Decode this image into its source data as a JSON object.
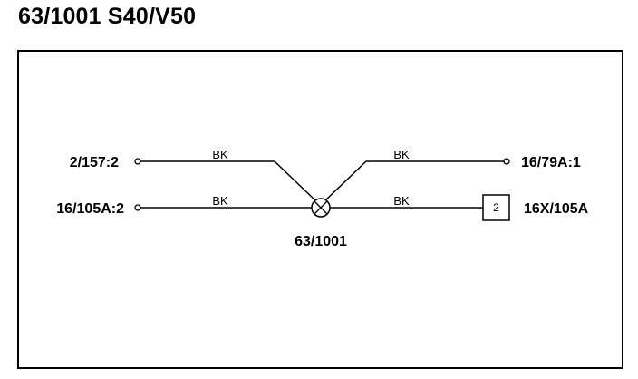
{
  "title": "63/1001 S40/V50",
  "connectors": {
    "left_top": "2/157:2",
    "left_bottom": "16/105A:2",
    "right_top": "16/79A:1",
    "right_bottom": "16X/105A",
    "right_bottom_pin": "2"
  },
  "splice": {
    "label": "63/1001"
  },
  "wires": {
    "left_top_color": "BK",
    "left_bottom_color": "BK",
    "right_top_color": "BK",
    "right_bottom_color": "BK"
  }
}
